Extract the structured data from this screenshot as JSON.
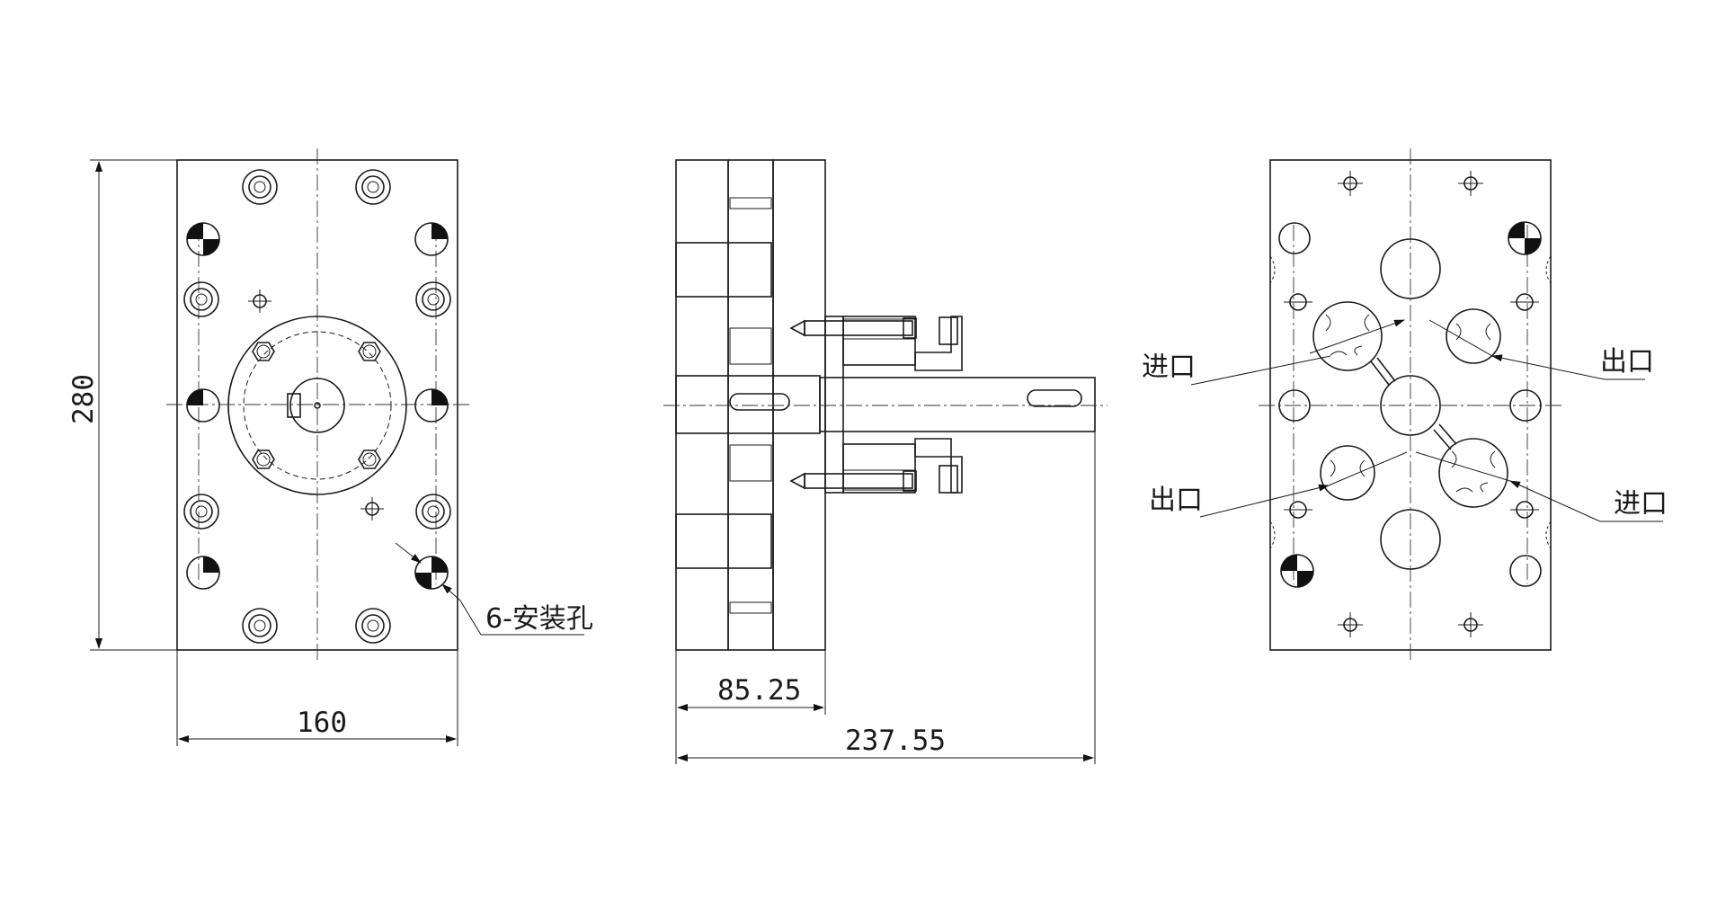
{
  "front_view": {
    "dim_width": "160",
    "dim_height": "280",
    "mount_label": "6-安装孔"
  },
  "side_view": {
    "dim_body": "85.25",
    "dim_total": "237.55"
  },
  "rear_view": {
    "inlet_top": "进口",
    "outlet_top": "出口",
    "outlet_bottom": "出口",
    "inlet_bottom": "进口"
  }
}
